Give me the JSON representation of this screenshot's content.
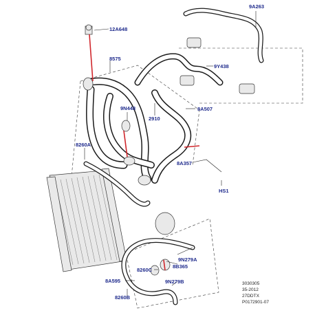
{
  "colors": {
    "label": "#1e2a8c",
    "highlight": "#d0262b",
    "line": "#1a1a1a",
    "background": "#ffffff"
  },
  "labels": {
    "p12A648": "12A648",
    "p8575": "8575",
    "p9A263": "9A263",
    "p9Y438": "9Y438",
    "p9N448": "9N448",
    "p2910": "2910",
    "p8A507": "8A507",
    "p8260A": "8260A",
    "p8A357": "8A357",
    "pHS1": "HS1",
    "p9N279A": "9N279A",
    "p8B365": "8B365",
    "p8260C": "8260C",
    "p8A595": "8A595",
    "p9N279B": "9N279B",
    "p8260B": "8260B"
  },
  "reference": {
    "line1": "3030305",
    "line2": "35-2012",
    "line3": "27DDTX",
    "line4": "P0172901-07"
  }
}
